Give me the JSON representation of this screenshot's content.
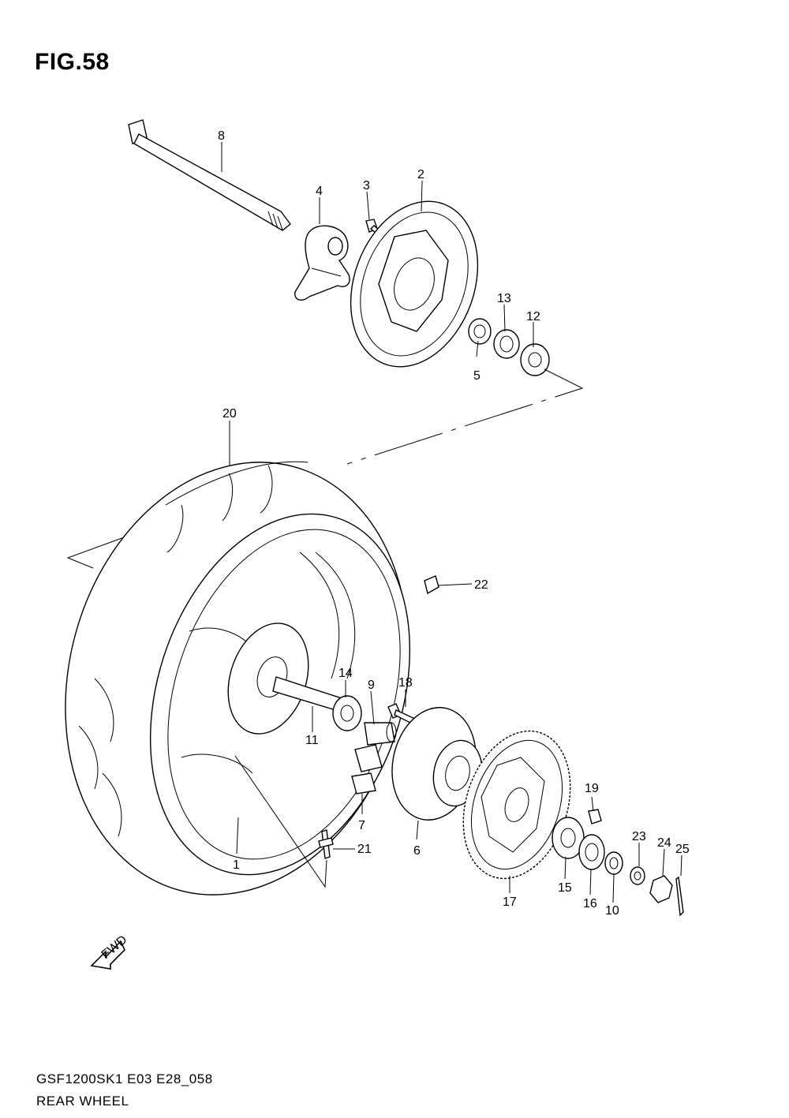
{
  "title": "FIG.58",
  "footer": {
    "code": "GSF1200SK1  E03  E28_058",
    "name": "REAR WHEEL"
  },
  "fwd_label": "FWD",
  "callouts": [
    "1",
    "2",
    "3",
    "4",
    "5",
    "6",
    "7",
    "8",
    "9",
    "10",
    "11",
    "12",
    "13",
    "14",
    "15",
    "16",
    "17",
    "18",
    "19",
    "20",
    "21",
    "22",
    "23",
    "24",
    "25"
  ]
}
